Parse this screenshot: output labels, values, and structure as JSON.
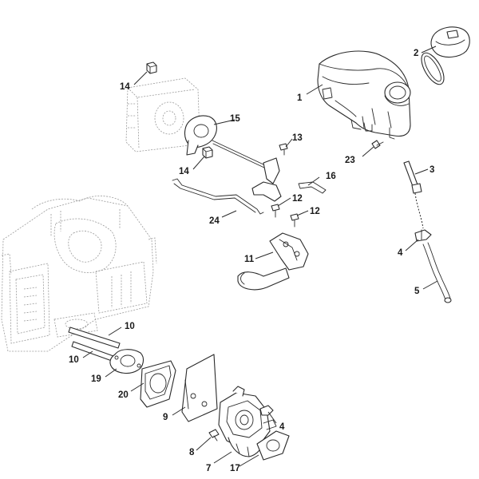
{
  "callouts": [
    {
      "id": "c1",
      "text": "1"
    },
    {
      "id": "c2",
      "text": "2"
    },
    {
      "id": "c3",
      "text": "3"
    },
    {
      "id": "c4a",
      "text": "4"
    },
    {
      "id": "c4b",
      "text": "4"
    },
    {
      "id": "c5",
      "text": "5"
    },
    {
      "id": "c7",
      "text": "7"
    },
    {
      "id": "c8",
      "text": "8"
    },
    {
      "id": "c9",
      "text": "9"
    },
    {
      "id": "c10a",
      "text": "10"
    },
    {
      "id": "c10b",
      "text": "10"
    },
    {
      "id": "c11",
      "text": "11"
    },
    {
      "id": "c12a",
      "text": "12"
    },
    {
      "id": "c12b",
      "text": "12"
    },
    {
      "id": "c13",
      "text": "13"
    },
    {
      "id": "c14a",
      "text": "14"
    },
    {
      "id": "c14b",
      "text": "14"
    },
    {
      "id": "c15",
      "text": "15"
    },
    {
      "id": "c16",
      "text": "16"
    },
    {
      "id": "c17",
      "text": "17"
    },
    {
      "id": "c19",
      "text": "19"
    },
    {
      "id": "c20",
      "text": "20"
    },
    {
      "id": "c23",
      "text": "23"
    },
    {
      "id": "c24",
      "text": "24"
    }
  ]
}
